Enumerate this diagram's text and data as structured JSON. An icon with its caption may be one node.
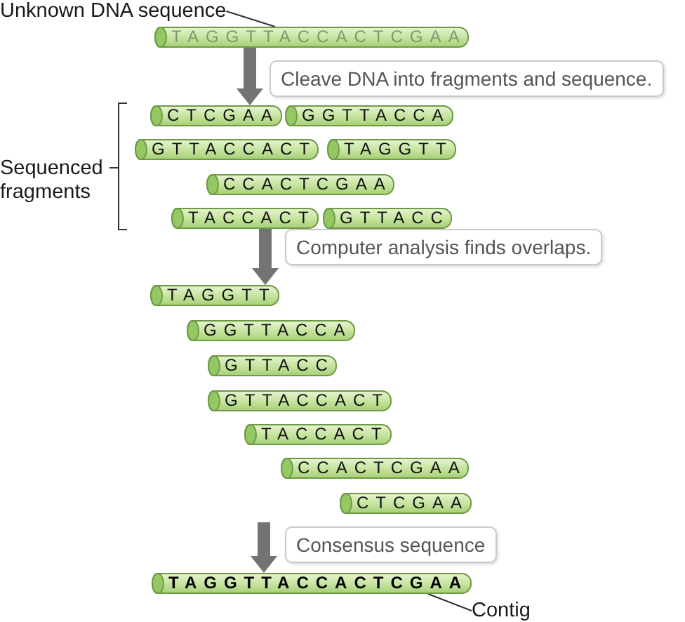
{
  "diagram": {
    "nodes": [
      {
        "text": [
          "Unknown DNA sequence"
        ]
      },
      {
        "text": [
          "TAGGTTACCACTCGAA"
        ]
      },
      {
        "text": [
          "Cleave DNA into fragments and sequence."
        ]
      },
      {
        "text": [
          "CTCGAA"
        ]
      },
      {
        "text": [
          "GGTTACCA"
        ]
      },
      {
        "text": [
          "GTTACCACT"
        ]
      },
      {
        "text": [
          "TAGGTT"
        ]
      },
      {
        "text": [
          "CCACTCGAA"
        ]
      },
      {
        "text": [
          "TACCACT"
        ]
      },
      {
        "text": [
          "GTTACC"
        ]
      },
      {
        "text": [
          "Computer analysis finds overlaps."
        ]
      },
      {
        "text": [
          "TAGGTT"
        ]
      },
      {
        "text": [
          "GGTTACCA"
        ]
      },
      {
        "text": [
          "GTTACC"
        ]
      },
      {
        "text": [
          "GTTACCACT"
        ]
      },
      {
        "text": [
          "TACCACT"
        ]
      },
      {
        "text": [
          "CCACTCGAA"
        ]
      },
      {
        "text": [
          "CTCGAA"
        ]
      },
      {
        "text": [
          "Consensus sequence"
        ]
      },
      {
        "text": [
          "TAGGTTACCACTCGAA"
        ]
      },
      {
        "text": [
          "Contig"
        ]
      }
    ],
    "edges": [
      {
        "from": 0,
        "to": 1,
        "arrow": "none",
        "color": "#333333"
      },
      {
        "from": 1,
        "to": 3,
        "arrow": "to"
      },
      {
        "from": 8,
        "to": 11,
        "arrow": "to"
      },
      {
        "from": null,
        "to": 19,
        "arrow": "to"
      },
      {
        "from": 20,
        "to": 19,
        "arrow": "none",
        "color": "#333333"
      }
    ],
    "labels": [
      "Sequenced fragments"
    ]
  }
}
